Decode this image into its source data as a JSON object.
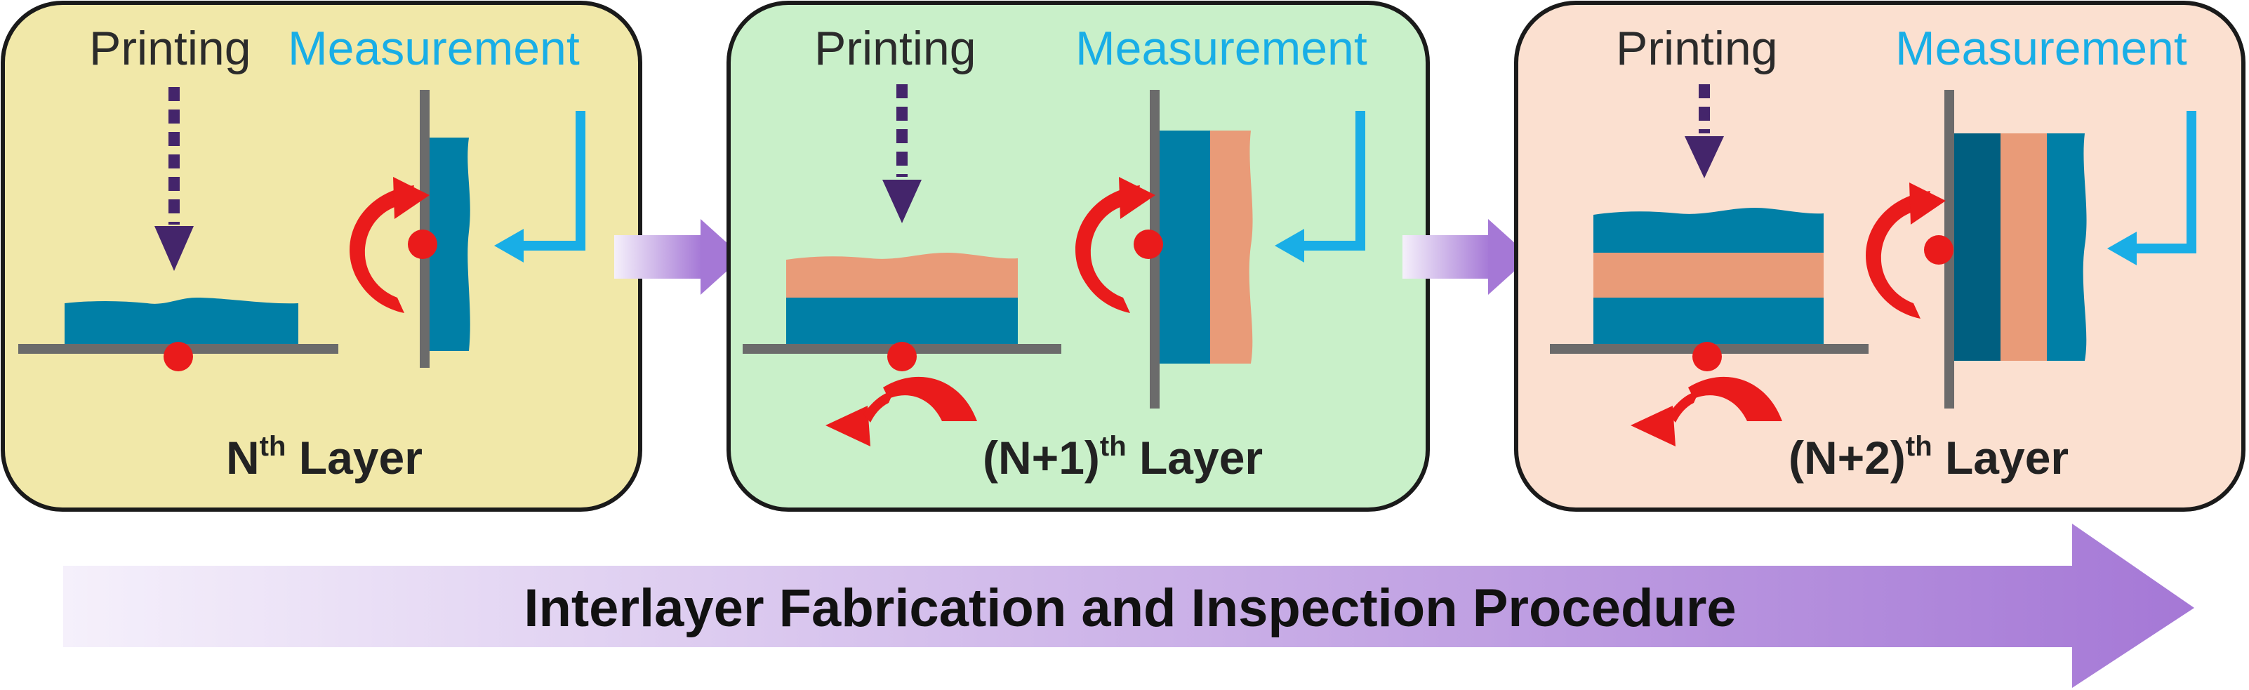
{
  "colors": {
    "printing_text": "#2b2b2b",
    "measurement_text": "#19aee6",
    "probe_arrow": "#19aee6",
    "print_arrow": "#44256b",
    "layer_blue": "#007fa6",
    "layer_dark_blue": "#005f80",
    "layer_salmon": "#e99b78",
    "stage_gray": "#6b6b6b",
    "pivot_red": "#ea1b1b",
    "progress_start": "#f5f0fb",
    "progress_end": "#a578d6",
    "panel_1_fill": "#f1e8a9",
    "panel_2_fill": "#c9f0c9",
    "panel_3_fill": "#fbe0d0"
  },
  "icons": [
    "print-direction-arrow",
    "probe-arrow",
    "rotation-arrow",
    "pivot-dot",
    "next-step-arrow",
    "progress-arrow"
  ],
  "panels": [
    {
      "printing_label": "Printing",
      "measurement_label": "Measurement",
      "layer_label": {
        "prefix": "",
        "base": "N",
        "sup": "th",
        "suffix": " Layer"
      },
      "printed_stack": [
        "blue"
      ],
      "wall_stack": [
        "blue"
      ]
    },
    {
      "printing_label": "Printing",
      "measurement_label": "Measurement",
      "layer_label": {
        "prefix": "(",
        "base": "N+1)",
        "sup": "th",
        "suffix": " Layer"
      },
      "printed_stack": [
        "blue",
        "salmon"
      ],
      "wall_stack": [
        "blue",
        "salmon"
      ]
    },
    {
      "printing_label": "Printing",
      "measurement_label": "Measurement",
      "layer_label": {
        "prefix": "(",
        "base": "N+2)",
        "sup": "th",
        "suffix": " Layer"
      },
      "printed_stack": [
        "blue",
        "salmon",
        "blue"
      ],
      "wall_stack": [
        "dark_blue",
        "salmon",
        "blue"
      ]
    }
  ],
  "procedure_label": "Interlayer Fabrication and Inspection Procedure"
}
